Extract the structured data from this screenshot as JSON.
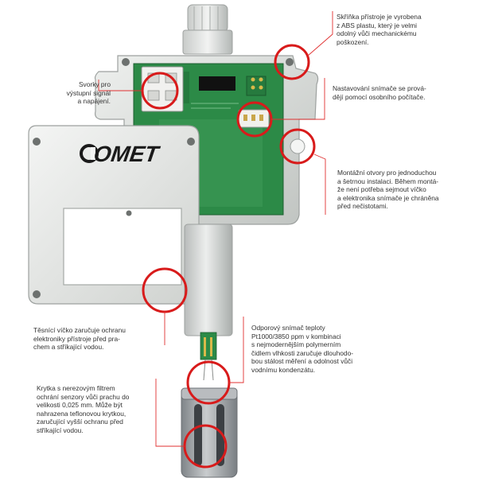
{
  "brand": {
    "logo_text": "OMET"
  },
  "colors": {
    "callout_ring": "#d81b1b",
    "leader_line": "#e03030",
    "housing": "#d7d9d7",
    "pcb": "#2c8a47",
    "filter_cap": "#9ea2a6"
  },
  "callouts": {
    "housing_material": "Skříňka přístroje je vyrobena\nz ABS plastu, který je velmi\nodolný vůči mechanickému\npoškození.",
    "terminals": "Svorky pro\nvýstupní signál\na napájení.",
    "pc_config": "Nastavování snímače se prová-\ndějí pomocí osobního počítače.",
    "mounting_holes": "Montážní otvory pro jednoduchou\na šetrnou instalaci. Během montá-\nže není potřeba sejmout víčko\na elektronika snímače je chráněna\npřed nečistotami.",
    "sealed_lid": "Těsnící víčko zaručuje ochranu\nelektroniky přístroje před pra-\nchem a stříkající vodou.",
    "sensor": "Odporový snímač teploty\nPt1000/3850 ppm v kombinaci\ns nejmodernějším polymerním\nčidlem vlhkosti zaručuje dlouhodo-\nbou stálost měření a odolnost vůči\nvodnímu kondenzátu.",
    "filter_cap": "Krytka s nerezovým filtrem\nochrání senzory vůči prachu do\nvelikosti 0,025 mm. Může být\nnahrazena teflonovou krytkou,\nzaručující vyšší ochranu před\nstříkající vodou."
  }
}
